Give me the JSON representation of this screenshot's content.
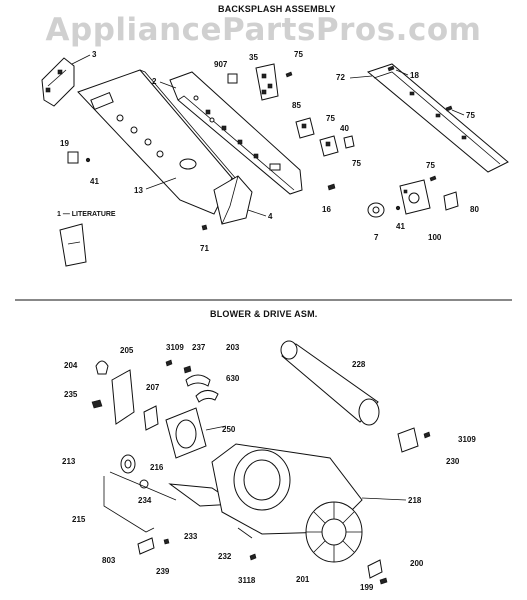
{
  "watermark": "AppliancePartsPros.com",
  "sections": {
    "top_cut_title": "",
    "backsplash_title": "BACKSPLASH ASSEMBLY",
    "blower_title": "BLOWER & DRIVE ASM."
  },
  "literature_label": "1 — LITERATURE",
  "callouts": {
    "c3": "3",
    "c2": "2",
    "c907": "907",
    "c35": "35",
    "c75a": "75",
    "c72": "72",
    "c18": "18",
    "c85": "85",
    "c75b": "75",
    "c40": "40",
    "c75c": "75",
    "c75d": "75",
    "c75e": "75",
    "c19": "19",
    "c41a": "41",
    "c13": "13",
    "c4": "4",
    "c16": "16",
    "c71": "71",
    "c7": "7",
    "c41b": "41",
    "c100": "100",
    "c80": "80",
    "c204": "204",
    "c205": "205",
    "c3109a": "3109",
    "c237": "237",
    "c203": "203",
    "c630": "630",
    "c228": "228",
    "c235": "235",
    "c207": "207",
    "c250": "250",
    "c3109b": "3109",
    "c230": "230",
    "c213": "213",
    "c216": "216",
    "c234": "234",
    "c218": "218",
    "c215": "215",
    "c233": "233",
    "c803": "803",
    "c239": "239",
    "c232": "232",
    "c3118": "3118",
    "c201": "201",
    "c200": "200",
    "c199": "199"
  }
}
